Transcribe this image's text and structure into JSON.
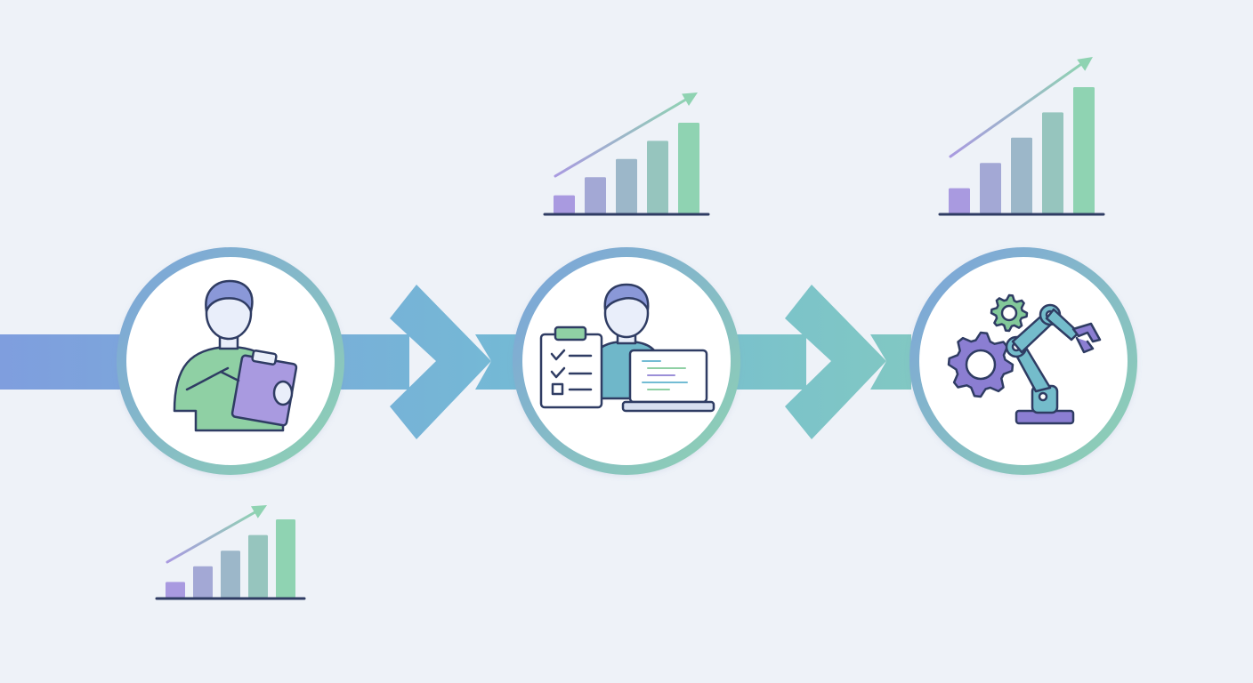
{
  "colors": {
    "background": "#eef2f8",
    "flow_start": "#7f9ede",
    "flow_mid": "#73bcd4",
    "flow_end": "#8fd3b2",
    "ring_start": "#7ba2dc",
    "ring_end": "#8fd3b2",
    "outline": "#2f3c63",
    "skin": "#e9eefa",
    "hair": "#8a98d8",
    "shirt": "#8fd0a4",
    "shirt_teal": "#6fb7c9",
    "clipboard": "#a99ae0",
    "purple": "#9b8fd8",
    "gear": "#8b7ed2",
    "gear_green": "#83c99a",
    "robot_arm": "#74bccb",
    "bar_start": "#a99ae0",
    "bar_end": "#8fd3b2"
  },
  "stages": [
    {
      "name": "manual-worker",
      "icon": "person-clipboard-icon"
    },
    {
      "name": "digital-worker",
      "icon": "person-laptop-checklist-icon"
    },
    {
      "name": "automation",
      "icon": "robot-arm-gears-icon"
    }
  ],
  "growth_charts": [
    {
      "name": "growth-chart-1",
      "stage": 1,
      "bar_values": [
        1,
        2,
        3,
        4,
        5
      ]
    },
    {
      "name": "growth-chart-2",
      "stage": 2,
      "bar_values": [
        1,
        2,
        3,
        4,
        5
      ]
    },
    {
      "name": "growth-chart-3",
      "stage": 3,
      "bar_values": [
        1,
        2,
        3,
        4,
        5
      ]
    }
  ]
}
